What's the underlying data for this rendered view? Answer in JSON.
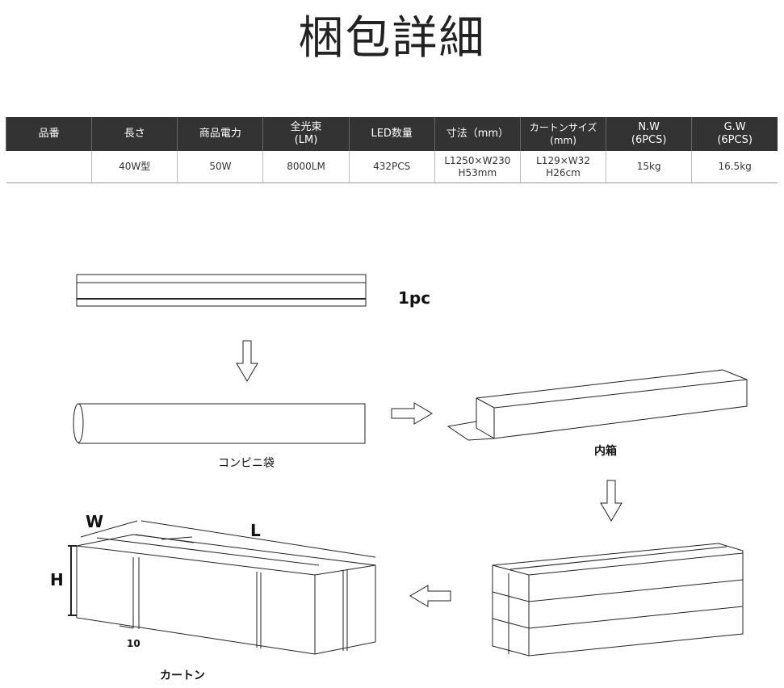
{
  "title": "梱包詳細",
  "table": {
    "headers": [
      "品番",
      "長さ",
      "商品電力",
      "全光束\n(LM)",
      "LED数量",
      "寸法（mm）",
      "カートンサイズ\n(mm)",
      "N.W\n(6PCS)",
      "G.W\n(6PCS)"
    ],
    "row": [
      "",
      "40W型",
      "50W",
      "8000LM",
      "432PCS",
      "L1250×W230\nH53mm",
      "L129×W32\nH26cm",
      "15kg",
      "16.5kg"
    ]
  },
  "diagram": {
    "one_pc": "1pc",
    "bag": "コンビニ袋",
    "inner_box": "内箱",
    "carton": "カートン",
    "w": "W",
    "l": "L",
    "h": "H",
    "gap": "10"
  }
}
